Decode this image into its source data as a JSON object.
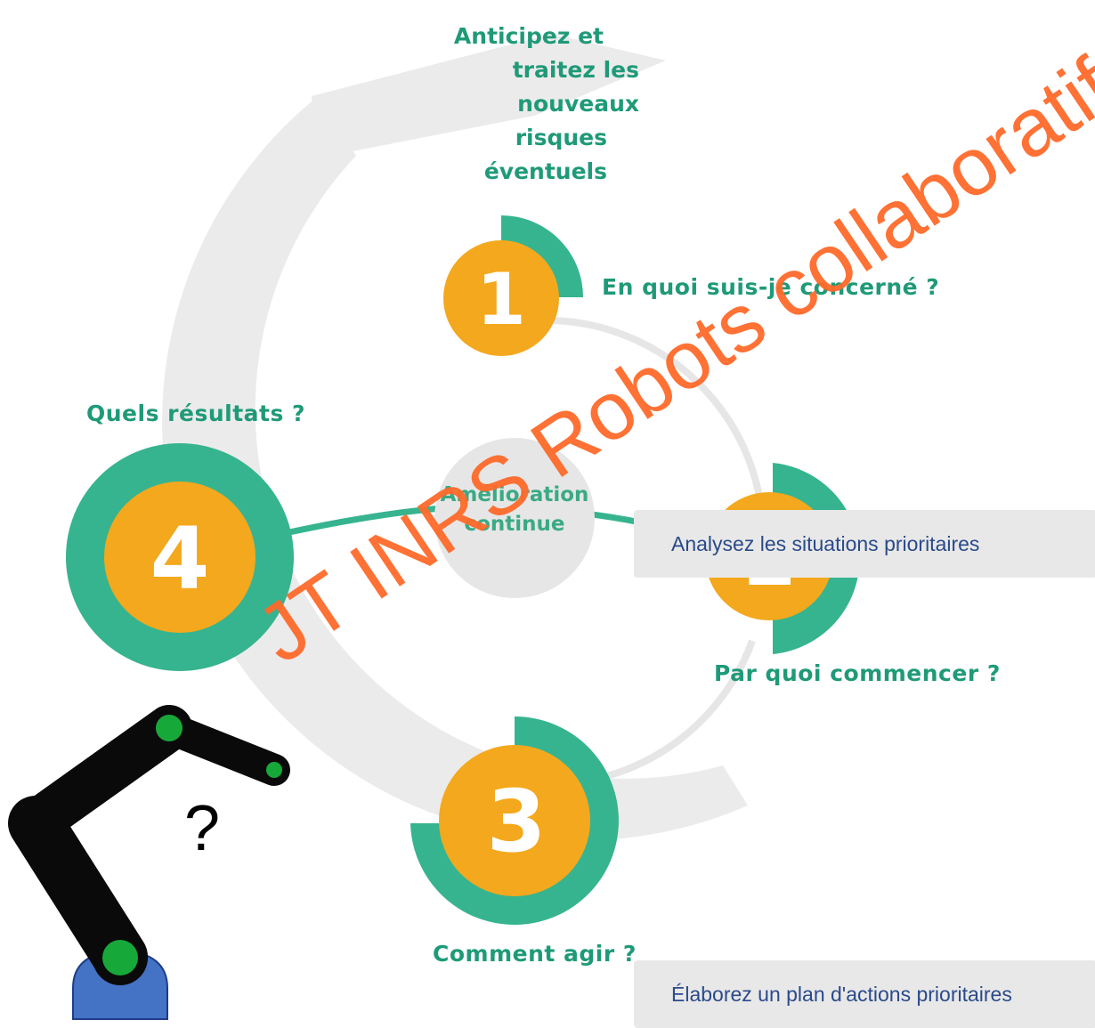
{
  "header_text": {
    "line1": "Anticipez et",
    "line2": "traitez les nouveaux",
    "line3": "risques éventuels"
  },
  "steps": [
    {
      "number": "1",
      "question": "En quoi suis-je concerné ?"
    },
    {
      "number": "2",
      "question": "Par quoi commencer ?"
    },
    {
      "number": "3",
      "question": "Comment agir ?"
    },
    {
      "number": "4",
      "question": "Quels résultats ?"
    }
  ],
  "center": {
    "line1": "Amélioration",
    "line2": "continue"
  },
  "actions": [
    {
      "label": "Analysez les situations prioritaires"
    },
    {
      "label": "Élaborez un plan d'actions prioritaires"
    }
  ],
  "robot": {
    "question_mark": "?"
  },
  "watermark": "JT INRS Robots collaboratifs",
  "colors": {
    "green": "#36b48f",
    "orange": "#f4a81d",
    "gray": "#ebebeb",
    "text_green": "#1f9a78",
    "robot_base": "#4472c4"
  }
}
